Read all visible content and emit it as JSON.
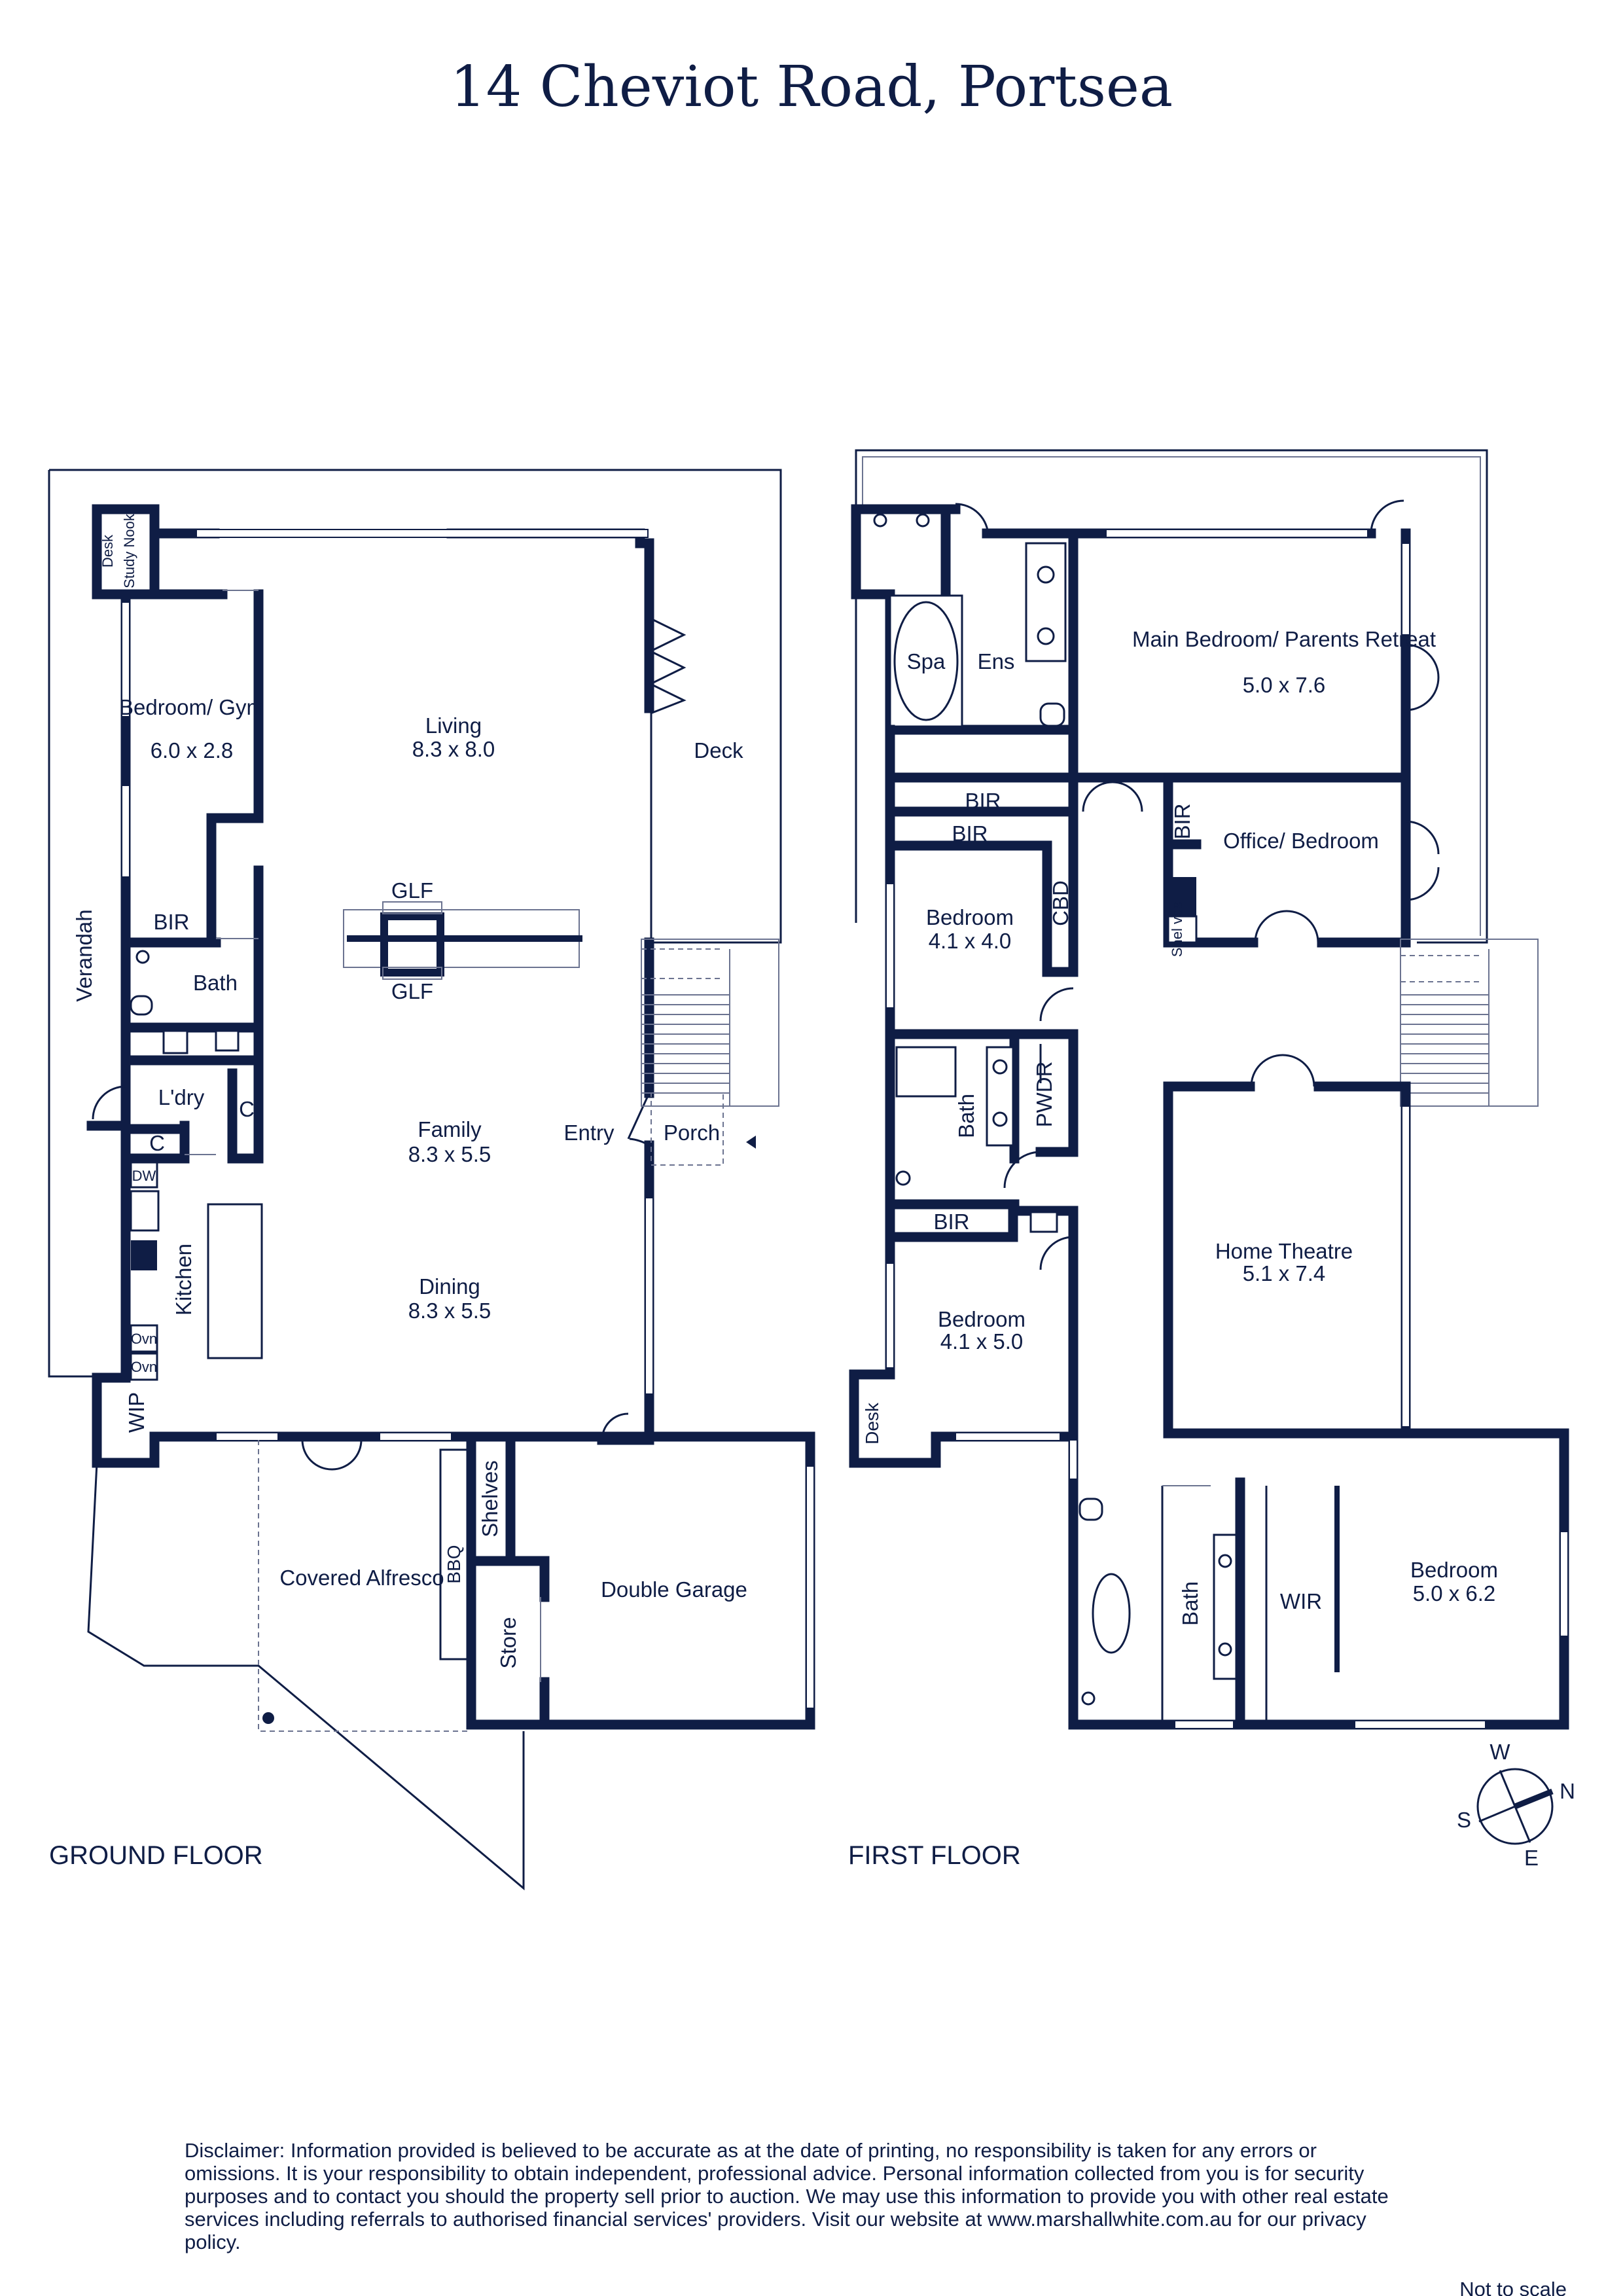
{
  "title": "14 Cheviot Road, Portsea",
  "ground_floor": {
    "label": "GROUND FLOOR",
    "rooms": {
      "desk": "Desk",
      "study_nook": "Study Nook",
      "bedroom_gym": "Bedroom/ Gym",
      "bedroom_gym_size": "6.0 x 2.8",
      "living": "Living",
      "living_size": "8.3 x 8.0",
      "deck": "Deck",
      "verandah": "Verandah",
      "bir": "BIR",
      "bath": "Bath",
      "glf_top": "GLF",
      "glf_bottom": "GLF",
      "laundry": "L'dry",
      "cupboard_1": "C",
      "cupboard_2": "C",
      "family": "Family",
      "family_size": "8.3 x 5.5",
      "entry": "Entry",
      "porch": "Porch",
      "dishwasher": "DW",
      "kitchen": "Kitchen",
      "dining": "Dining",
      "dining_size": "8.3 x 5.5",
      "oven_1": "Ovn",
      "oven_2": "Ovn",
      "wip": "WIP",
      "shelves": "Shelves",
      "bbq": "BBQ",
      "covered_alfresco": "Covered Alfresco",
      "double_garage": "Double Garage",
      "store": "Store"
    }
  },
  "first_floor": {
    "label": "FIRST FLOOR",
    "rooms": {
      "spa": "Spa",
      "ens": "Ens",
      "main_bedroom": "Main Bedroom/ Parents Retreat",
      "main_bedroom_size": "5.0 x 7.6",
      "bir_1": "BIR",
      "bir_2": "BIR",
      "bir_3": "BIR",
      "bir_4": "BIR",
      "office_bedroom": "Office/ Bedroom",
      "bedroom_2": "Bedroom",
      "bedroom_2_size": "4.1 x 4.0",
      "cbd": "CBD",
      "shelves": "Shel ves",
      "bath": "Bath",
      "pwdr": "PWDR",
      "home_theatre": "Home Theatre",
      "home_theatre_size": "5.1 x 7.4",
      "bedroom_3": "Bedroom",
      "bedroom_3_size": "4.1 x 5.0",
      "desk": "Desk",
      "bath_2": "Bath",
      "wir": "WIR",
      "bedroom_4": "Bedroom",
      "bedroom_4_size": "5.0 x 6.2"
    }
  },
  "compass": {
    "w": "W",
    "n": "N",
    "s": "S",
    "e": "E"
  },
  "disclaimer": "Disclaimer: Information provided is believed to be accurate as at the date of printing, no responsibility is taken for any errors or omissions. It is your responsibility to obtain independent, professional advice. Personal information collected from you is for security purposes and to contact you should the property sell prior to auction. We may use this information to provide you with other real estate services including referrals to authorised financial services' providers. Visit our website at www.marshallwhite.com.au for our privacy policy.",
  "scale_note": "Not to scale",
  "colors": {
    "ink": "#0f1d45",
    "grey": "#6b7390",
    "background": "#ffffff"
  }
}
